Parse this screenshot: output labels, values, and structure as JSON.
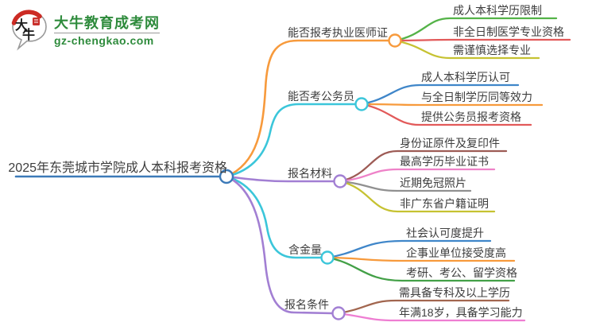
{
  "logo": {
    "icon_text_top": "大",
    "icon_text_bottom": "牛",
    "site_name": "大牛教育成考网",
    "site_domain": "gz-chengkao.com",
    "brand_green": "#2e8b3c",
    "seal_red": "#c9302c",
    "arc_red": "#cc2b24",
    "bubble_stroke": "#9a9a9a"
  },
  "mindmap": {
    "central": {
      "label": "2025年东莞城市学院成人本科报考资格",
      "color": "#3c7ab8"
    },
    "branches": [
      {
        "label": "能否报考执业医师证",
        "color": "#f79a3c",
        "children": [
          {
            "label": "成人本科学历限制",
            "color": "#54b348"
          },
          {
            "label": "非全日制医学专业资格",
            "color": "#e25a5a"
          },
          {
            "label": "需谨慎选择专业",
            "color": "#c6c232"
          }
        ]
      },
      {
        "label": "能否考公务员",
        "color": "#3bc6da",
        "children": [
          {
            "label": "成人本科学历认可",
            "color": "#3f86c9"
          },
          {
            "label": "与全日制学历同等效力",
            "color": "#f79a3c"
          },
          {
            "label": "提供公务员报考资格",
            "color": "#e25a5a"
          }
        ]
      },
      {
        "label": "报名材料",
        "color": "#a27fd3",
        "children": [
          {
            "label": "身份证原件及复印件",
            "color": "#9d5b55"
          },
          {
            "label": "最高学历毕业证书",
            "color": "#ee82c8"
          },
          {
            "label": "近期免冠照片",
            "color": "#909090"
          },
          {
            "label": "非广东省户籍证明",
            "color": "#c6c232"
          }
        ]
      },
      {
        "label": "含金量",
        "color": "#3bc6da",
        "children": [
          {
            "label": "社会认可度提升",
            "color": "#3f86c9"
          },
          {
            "label": "企事业单位接受度高",
            "color": "#f79a3c"
          },
          {
            "label": "考研、考公、留学资格",
            "color": "#43a047"
          }
        ]
      },
      {
        "label": "报名条件",
        "color": "#a27fd3",
        "children": [
          {
            "label": "需具备专科及以上学历",
            "color": "#a2664f"
          },
          {
            "label": "年满18岁，具备学习能力",
            "color": "#ee7ed2"
          }
        ]
      }
    ]
  }
}
